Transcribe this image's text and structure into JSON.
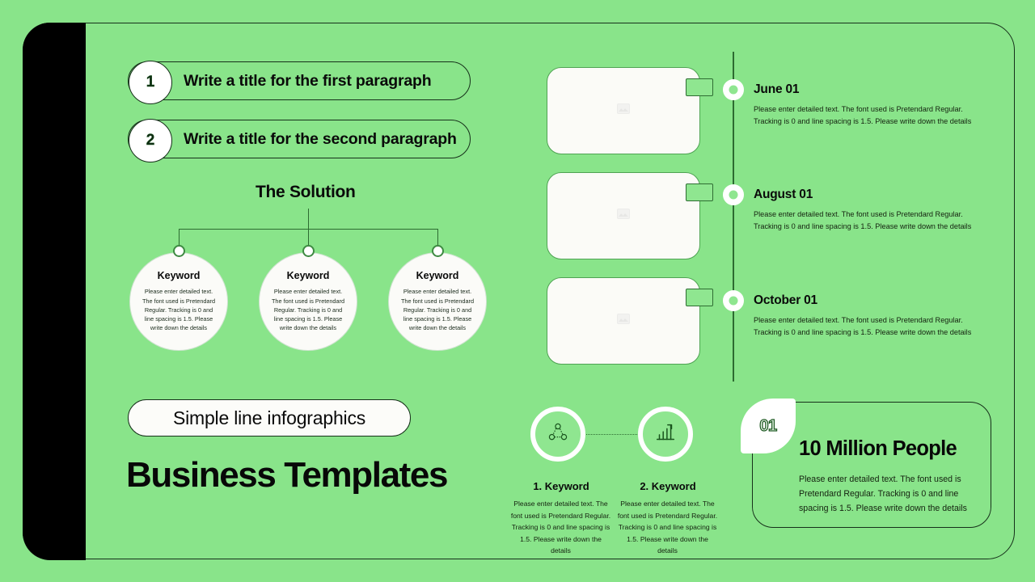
{
  "theme": {
    "background": "#89e48a",
    "accent_dark": "#16301a",
    "line_green": "#2d6b31",
    "card_white": "#fbfbf7",
    "sidebar_black": "#000000"
  },
  "paragraph_pills": [
    {
      "number": "1",
      "label": "Write a title for the first paragraph"
    },
    {
      "number": "2",
      "label": "Write a title for the second paragraph"
    }
  ],
  "solution": {
    "title": "The Solution",
    "nodes": [
      {
        "title": "Keyword",
        "body": "Please enter detailed text. The font used is Pretendard Regular. Tracking is 0 and line spacing is 1.5. Please write down the details"
      },
      {
        "title": "Keyword",
        "body": "Please enter detailed text. The font used is Pretendard Regular. Tracking is 0 and line spacing is 1.5. Please write down the details"
      },
      {
        "title": "Keyword",
        "body": "Please enter detailed text. The font used is Pretendard Regular. Tracking is 0 and line spacing is 1.5. Please write down the details"
      }
    ]
  },
  "branding": {
    "tag_pill": "Simple line infographics",
    "headline": "Business Templates"
  },
  "timeline": {
    "entries": [
      {
        "date": "June 01",
        "body": "Please enter detailed text. The font used is Pretendard Regular. Tracking is 0 and line spacing is 1.5. Please write down the details",
        "image_placeholder_icon": "image-placeholder-icon"
      },
      {
        "date": "August 01",
        "body": "Please enter detailed text. The font used is Pretendard Regular. Tracking is 0 and line spacing is 1.5. Please write down the details",
        "image_placeholder_icon": "image-placeholder-icon"
      },
      {
        "date": "October 01",
        "body": "Please enter detailed text. The font used is Pretendard Regular. Tracking is 0 and line spacing is 1.5. Please write down the details",
        "image_placeholder_icon": "image-placeholder-icon"
      }
    ]
  },
  "keyword_icons": [
    {
      "icon": "network-cycle-icon",
      "heading": "1. Keyword",
      "body": "Please enter detailed text. The font used is Pretendard Regular. Tracking is 0 and line spacing is 1.5. Please write down the details"
    },
    {
      "icon": "bar-chart-growth-icon",
      "heading": "2. Keyword",
      "body": "Please enter detailed text. The font used is Pretendard Regular. Tracking is 0 and line spacing is 1.5. Please write down the details"
    }
  ],
  "stat_card": {
    "badge": "01",
    "title": "10 Million People",
    "body": "Please enter detailed text. The font used is Pretendard Regular. Tracking is 0 and line spacing is 1.5. Please write down the details"
  }
}
